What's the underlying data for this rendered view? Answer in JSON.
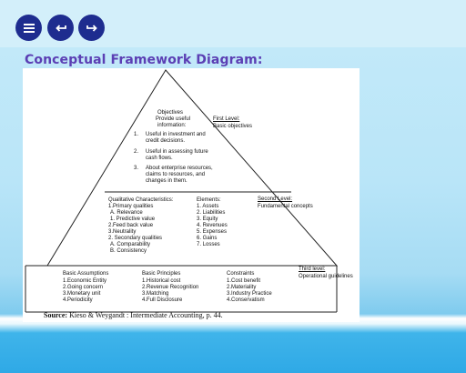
{
  "toolbar": {
    "menu_icon": "hamburger-menu-icon",
    "undo_icon": "undo-arrow-icon",
    "redo_icon": "redo-arrow-icon",
    "button_color": "#1e2c8f"
  },
  "page": {
    "title": "Conceptual Framework Diagram:",
    "title_color": "#5b3fb4"
  },
  "diagram": {
    "top": {
      "heading": "Objectives",
      "sub1": "Provide useful",
      "sub2": "information:",
      "items": [
        {
          "num": "1.",
          "l1": "Useful in investment and",
          "l2": "credit decisions."
        },
        {
          "num": "2.",
          "l1": "Useful in assessing future",
          "l2": "cash flows."
        },
        {
          "num": "3.",
          "l1": "About enterprise resources,",
          "l2": "claims to resources, and",
          "l3": "changes in them."
        }
      ]
    },
    "level1": {
      "title": "First Level:",
      "desc": "Basic objectives"
    },
    "level2": {
      "title": "Second Level:",
      "desc": "Fundamental concepts"
    },
    "level3": {
      "title": "Third level:",
      "desc": "Operational guidelines"
    },
    "qualitative": {
      "heading": "Qualitative Characteristics:",
      "lines": [
        "1.Primary qualities",
        "A. Relevance",
        "1. Predictive value",
        "2.Feed back value",
        "3.Neutrality",
        "2. Secondary qualities",
        "A. Comparability",
        "B. Consistency"
      ]
    },
    "elements": {
      "heading": "Elements:",
      "lines": [
        "1. Assets",
        "2. Liabilities",
        "3. Equity",
        "4. Revenues",
        "5. Expenses",
        "6. Gains",
        "7. Losses"
      ]
    },
    "assumptions": {
      "heading": "Basic Assumptions",
      "lines": [
        "1.Economic Entity",
        "2.Going concern",
        "3.Monetary unit",
        "4.Periodicity"
      ]
    },
    "principles": {
      "heading": "Basic Principles",
      "lines": [
        "1.Historical cost",
        "2.Revenue Recognition",
        "3.Matching",
        "4.Full Disclosure"
      ]
    },
    "constraints": {
      "heading": "Constraints",
      "lines": [
        "1.Cost benefit",
        "2.Materiality",
        "3.Industry Practice",
        "4.Conservatism"
      ]
    },
    "source": {
      "label": "Source:",
      "text": "Kieso & Weygandt : Intermediate Accounting, p. 44."
    }
  }
}
